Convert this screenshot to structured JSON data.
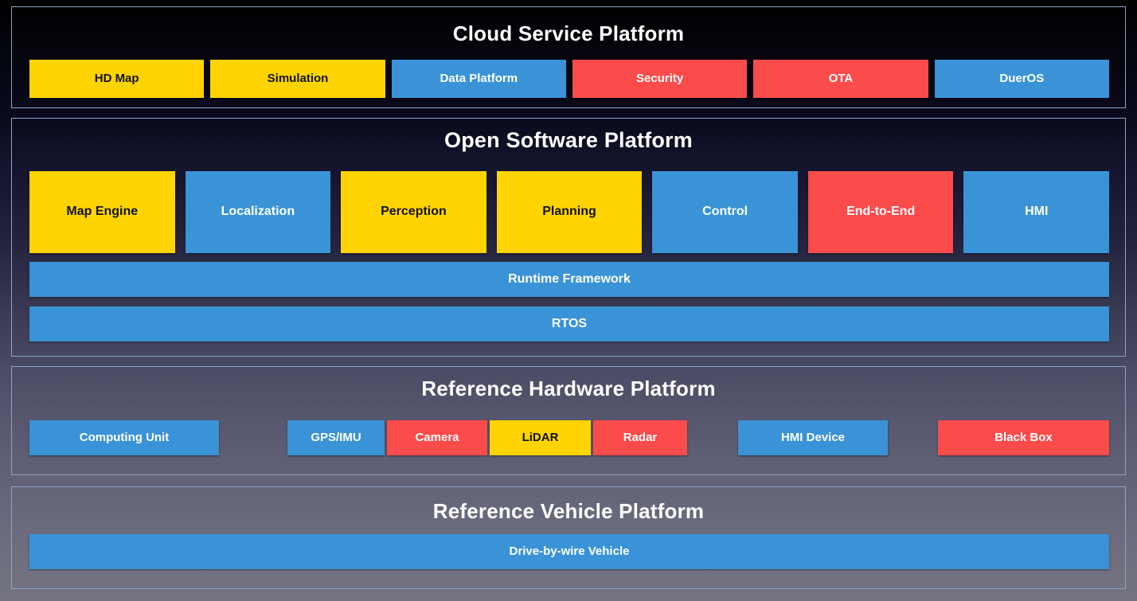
{
  "colors": {
    "yellow": "#ffd400",
    "blue": "#3a93d6",
    "red": "#fc4b4b",
    "border": "#8ba4c9",
    "title_text": "#ffffff"
  },
  "layers": [
    {
      "id": "cloud",
      "title": "Cloud Service Platform",
      "blocks": [
        {
          "label": "HD Map",
          "color": "yellow"
        },
        {
          "label": "Simulation",
          "color": "yellow"
        },
        {
          "label": "Data Platform",
          "color": "blue"
        },
        {
          "label": "Security",
          "color": "red"
        },
        {
          "label": "OTA",
          "color": "red"
        },
        {
          "label": "DuerOS",
          "color": "blue"
        }
      ]
    },
    {
      "id": "software",
      "title": "Open Software Platform",
      "modules": [
        {
          "label": "Map Engine",
          "color": "yellow"
        },
        {
          "label": "Localization",
          "color": "blue"
        },
        {
          "label": "Perception",
          "color": "yellow"
        },
        {
          "label": "Planning",
          "color": "yellow"
        },
        {
          "label": "Control",
          "color": "blue"
        },
        {
          "label": "End-to-End",
          "color": "red"
        },
        {
          "label": "HMI",
          "color": "blue"
        }
      ],
      "bars": [
        {
          "label": "Runtime Framework",
          "color": "blue"
        },
        {
          "label": "RTOS",
          "color": "blue"
        }
      ]
    },
    {
      "id": "hardware",
      "title": "Reference Hardware Platform",
      "blocks": [
        {
          "label": "Computing Unit",
          "color": "blue"
        },
        {
          "label": "GPS/IMU",
          "color": "blue"
        },
        {
          "label": "Camera",
          "color": "red"
        },
        {
          "label": "LiDAR",
          "color": "yellow"
        },
        {
          "label": "Radar",
          "color": "red"
        },
        {
          "label": "HMI Device",
          "color": "blue"
        },
        {
          "label": "Black Box",
          "color": "red"
        }
      ]
    },
    {
      "id": "vehicle",
      "title": "Reference Vehicle Platform",
      "blocks": [
        {
          "label": "Drive-by-wire Vehicle",
          "color": "blue"
        }
      ]
    }
  ]
}
